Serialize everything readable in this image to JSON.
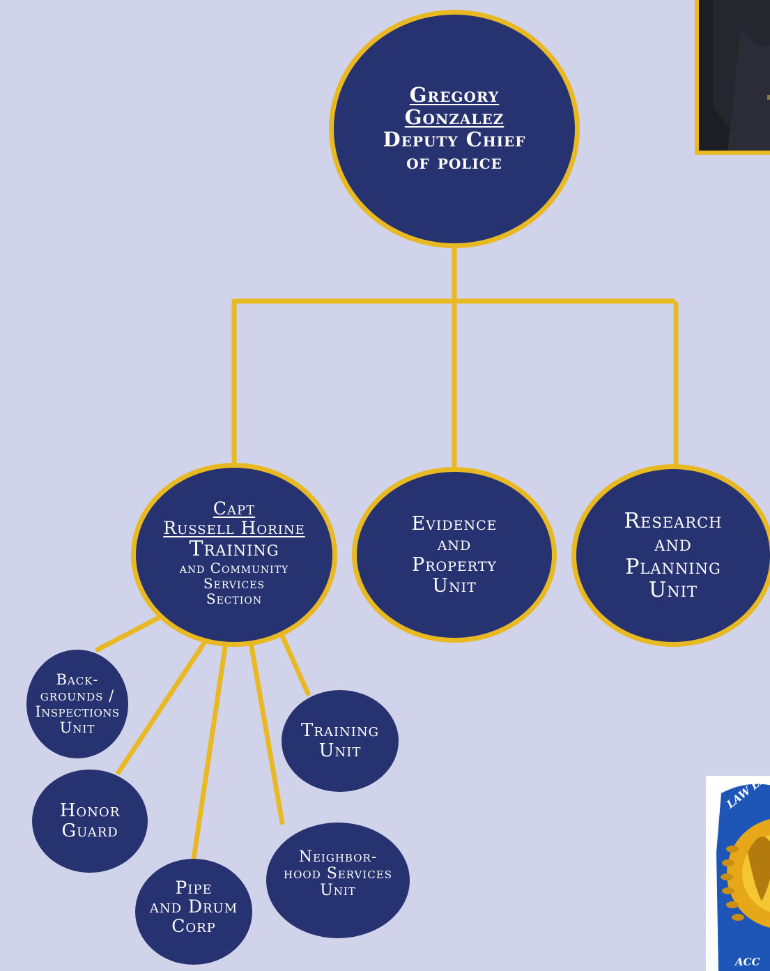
{
  "chief": {
    "name_line1": "Gregory",
    "name_line2": "Gonzalez",
    "title_line1": "Deputy Chief",
    "title_line2": "of police"
  },
  "section": {
    "name_line1": "Capt",
    "name_line2": "Russell Horine",
    "title": "Training",
    "sub_line1": "and Community",
    "sub_line2": "Services",
    "sub_line3": "Section"
  },
  "evidence_unit": {
    "lines": [
      "Evidence",
      "and",
      "Property",
      "Unit"
    ]
  },
  "research_unit": {
    "lines": [
      "Research",
      "and",
      "Planning",
      "Unit"
    ]
  },
  "backgrounds_unit": {
    "lines": [
      "Back-",
      "grounds /",
      "Inspections",
      "Unit"
    ]
  },
  "honor_guard": {
    "lines": [
      "Honor",
      "Guard"
    ]
  },
  "pipe_drum": {
    "lines": [
      "Pipe",
      "and Drum",
      "Corp"
    ]
  },
  "neighborhood_unit": {
    "lines": [
      "Neighbor-",
      "hood Services",
      "Unit"
    ]
  },
  "training_unit": {
    "lines": [
      "Training",
      "Unit"
    ]
  },
  "badge": {
    "top_text": "LAW EN",
    "bottom_text": "ACC"
  },
  "colors": {
    "background": "#d1d3ea",
    "node_fill": "#273371",
    "accent_gold": "#e8b923",
    "text": "#ffffff"
  }
}
